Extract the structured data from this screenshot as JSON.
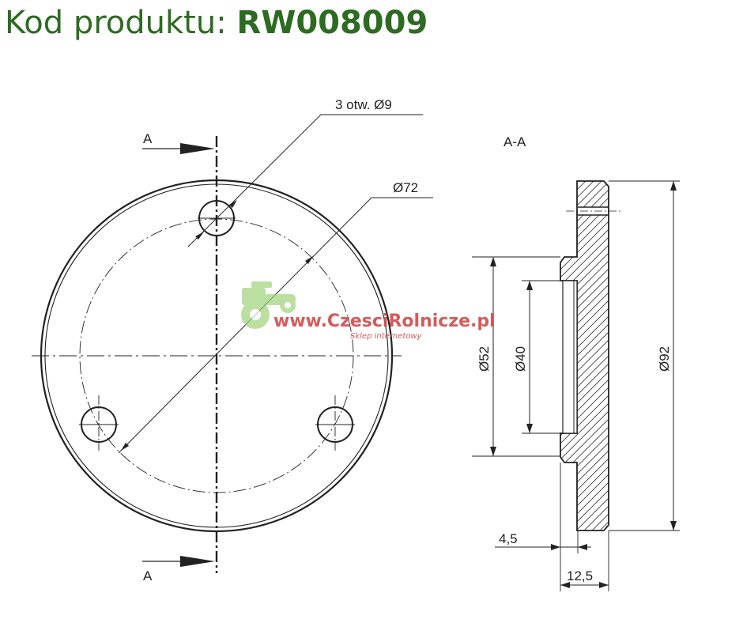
{
  "header": {
    "label": "Kod produktu:",
    "code": "RW008009"
  },
  "drawing": {
    "section_label_top": "A",
    "section_label_bottom": "A",
    "section_title": "A-A",
    "holes_callout": "3 otw. Ø9",
    "pitch_circle": "Ø72",
    "outer_diameter": "Ø92",
    "step_diameter": "Ø52",
    "recess_diameter": "Ø40",
    "recess_depth": "4,5",
    "thickness": "12,5"
  },
  "watermark": {
    "url": "www.CzesciRolnicze.pl",
    "subtitle": "Sklep internetowy"
  },
  "colors": {
    "title_green": "#2d6b22",
    "line": "#222222",
    "watermark_red": "#d24a4a",
    "watermark_green": "#9fd27a"
  }
}
